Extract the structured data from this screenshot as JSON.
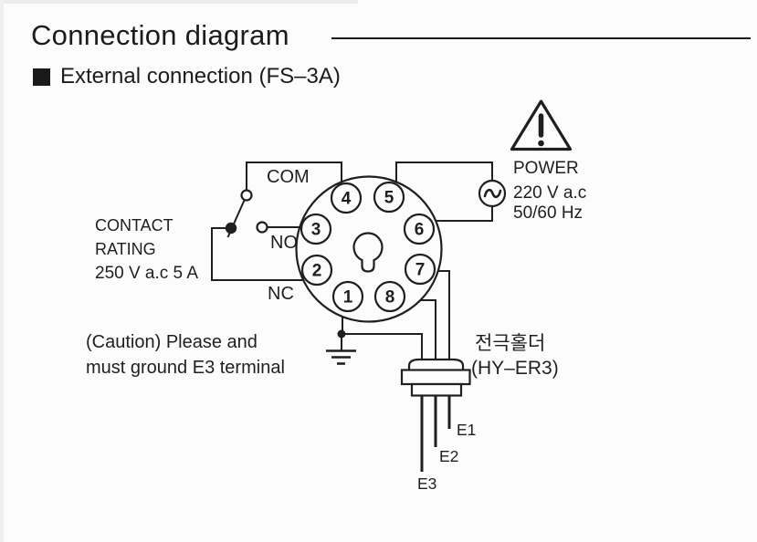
{
  "header": {
    "title": "Connection diagram",
    "subtitle": "External connection (FS–3A)"
  },
  "colors": {
    "ink": "#1f1f1f",
    "paper": "#fcfcfc"
  },
  "contact": {
    "com_label": "COM",
    "no_label": "NO",
    "nc_label": "NC",
    "rating_line1": "CONTACT",
    "rating_line2": "RATING",
    "rating_line3": "250 V a.c 5 A"
  },
  "socket": {
    "pins": [
      "4",
      "5",
      "3",
      "6",
      "2",
      "7",
      "1",
      "8"
    ]
  },
  "power": {
    "label": "POWER",
    "voltage": "220 V a.c",
    "frequency": "50/60 Hz"
  },
  "caution": {
    "line1": "(Caution) Please and",
    "line2": "must ground E3 terminal"
  },
  "holder": {
    "name": "전극홀더",
    "model": "(HY–ER3)",
    "terminal_e1": "E1",
    "terminal_e2": "E2",
    "terminal_e3": "E3"
  }
}
